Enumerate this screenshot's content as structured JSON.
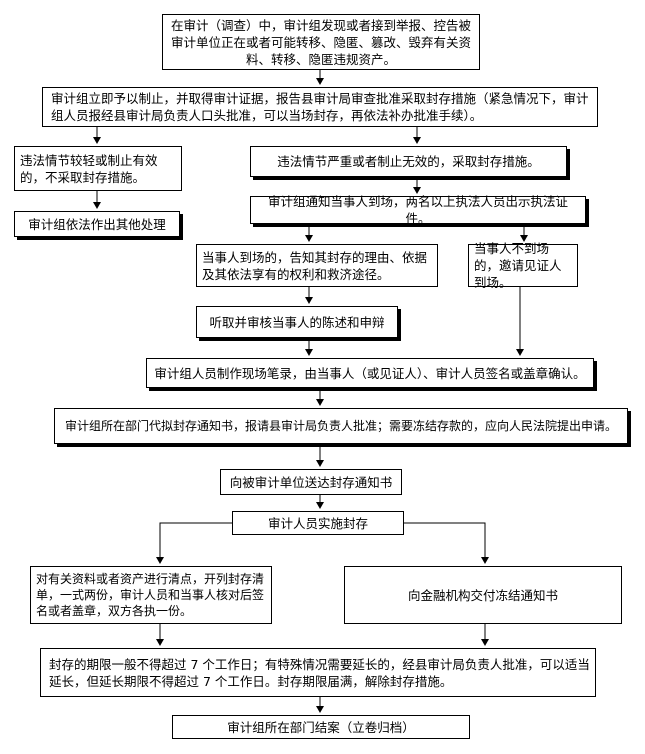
{
  "flowchart": {
    "start": "在审计（调查）中，审计组发现或者接到举报、控告被审计单位正在或者可能转移、隐匿、篡改、毁弃有关资料、转移、隐匿违规资产。",
    "stop_and_approve": "审计组立即予以制止，并取得审计证据，报告县审计局审查批准采取封存措施（紧急情况下，审计组人员报经县审计局负责人口头批准，可以当场封存，再依法补办批准手续）。",
    "minor_case": "违法情节较轻或制止有效的，不采取封存措施。",
    "other_handling": "审计组依法作出其他处理",
    "serious_case": "违法情节严重或者制止无效的，采取封存措施。",
    "notify_party": "审计组通知当事人到场，两名以上执法人员出示执法证件。",
    "party_present": "当事人到场的，告知其封存的理由、依据及其依法享有的权利和救济途径。",
    "party_absent": "当事人不到场的，邀请见证人到场。",
    "hear_statement": "听取并审核当事人的陈述和申辩",
    "on_site_record": "审计组人员制作现场笔录，由当事人（或见证人）、审计人员签名或盖章确认。",
    "draft_notice": "审计组所在部门代拟封存通知书，报请县审计局负责人批准；需要冻结存款的，应向人民法院提出申请。",
    "deliver_notice": "向被审计单位送达封存通知书",
    "implement_seal": "审计人员实施封存",
    "inventory": "对有关资料或者资产进行清点，开列封存清单，一式两份，审计人员和当事人核对后签名或者盖章，双方各执一份。",
    "freeze_notice": "向金融机构交付冻结通知书",
    "time_limit": "封存的期限一般不得超过 7 个工作日；有特殊情况需要延长的，经县审计局负责人批准，可以适当延长，但延长期限不得超过 7 个工作日。封存期限届满，解除封存措施。",
    "close_case": "审计组所在部门结案（立卷归档）"
  }
}
